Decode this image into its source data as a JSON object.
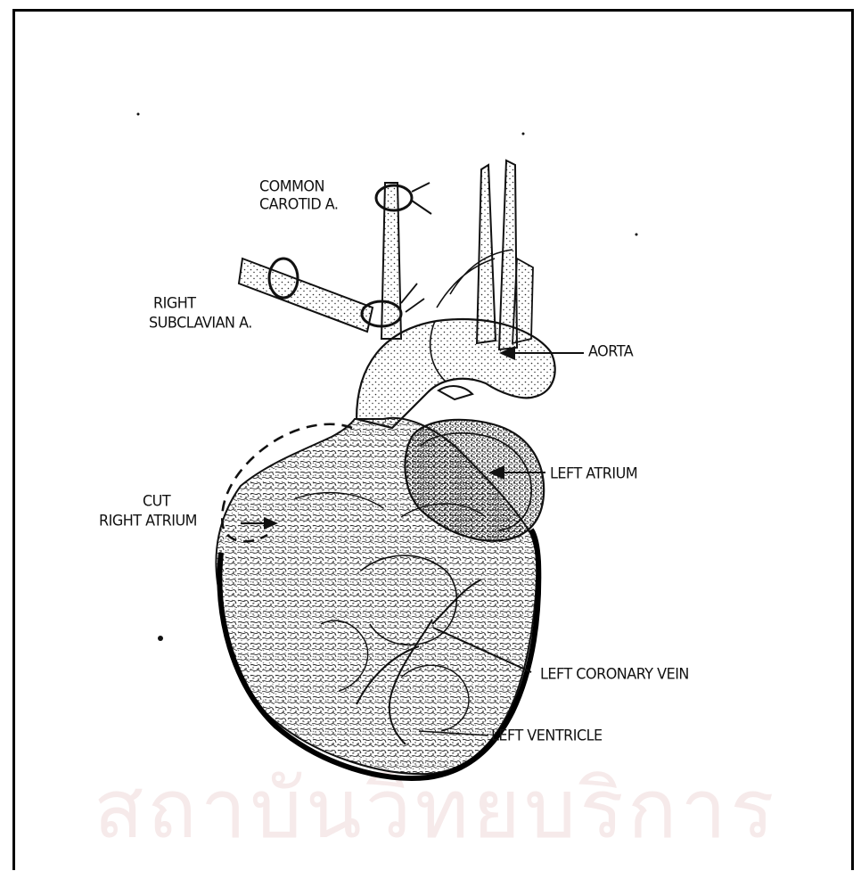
{
  "labels": {
    "common_carotid_line1": "COMMON",
    "common_carotid_line2": "CAROTID A.",
    "right_subclavian_line1": "RIGHT",
    "right_subclavian_line2": "SUBCLAVIAN A.",
    "aorta": "AORTA",
    "left_atrium": "LEFT ATRIUM",
    "cut_right_atrium_line1": "CUT",
    "cut_right_atrium_line2": "RIGHT ATRIUM",
    "left_coronary_vein": "LEFT CORONARY VEIN",
    "left_ventricle": "LEFT VENTRICLE"
  },
  "watermark": {
    "text": "สถาบันวิทยบริการ",
    "color": "#f6eaea"
  },
  "colors": {
    "ink": "#111111",
    "background": "#ffffff",
    "stipple": "#2a2a2a"
  }
}
